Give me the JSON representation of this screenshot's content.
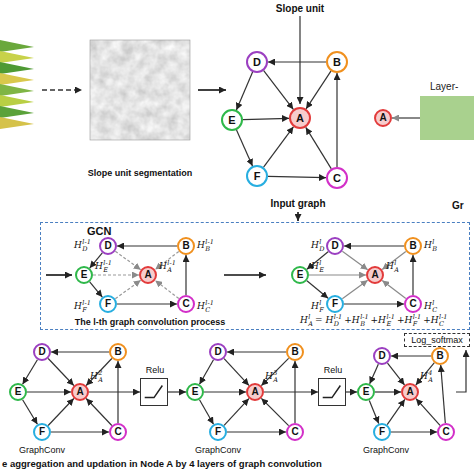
{
  "diagram": {
    "nodes": [
      {
        "text": [
          "D"
        ]
      },
      {
        "text": [
          "B"
        ]
      },
      {
        "text": [
          "E"
        ]
      },
      {
        "text": [
          "A"
        ]
      },
      {
        "text": [
          "F"
        ]
      },
      {
        "text": [
          "C"
        ]
      },
      {
        "text": [
          "A"
        ]
      },
      {
        "text": [
          "Layer-"
        ]
      },
      {
        "text": [
          "GCN"
        ]
      },
      {
        "text": [
          "D"
        ],
        "in": 8
      },
      {
        "text": [
          "B"
        ],
        "in": 8
      },
      {
        "text": [
          "E"
        ],
        "in": 8
      },
      {
        "text": [
          "A"
        ],
        "in": 8
      },
      {
        "text": [
          "F"
        ],
        "in": 8
      },
      {
        "text": [
          "C"
        ],
        "in": 8
      },
      {
        "text": [
          "D"
        ],
        "in": 8
      },
      {
        "text": [
          "B"
        ],
        "in": 8
      },
      {
        "text": [
          "E"
        ],
        "in": 8
      },
      {
        "text": [
          "A"
        ],
        "in": 8
      },
      {
        "text": [
          "F"
        ],
        "in": 8
      },
      {
        "text": [
          "C"
        ],
        "in": 8
      },
      {
        "text": [
          "D"
        ]
      },
      {
        "text": [
          "B"
        ]
      },
      {
        "text": [
          "E"
        ]
      },
      {
        "text": [
          "A"
        ]
      },
      {
        "text": [
          "F"
        ]
      },
      {
        "text": [
          "C"
        ]
      },
      {
        "text": [
          "Relu"
        ]
      },
      {
        "text": [
          "D"
        ]
      },
      {
        "text": [
          "B"
        ]
      },
      {
        "text": [
          "E"
        ]
      },
      {
        "text": [
          "A"
        ]
      },
      {
        "text": [
          "F"
        ]
      },
      {
        "text": [
          "C"
        ]
      },
      {
        "text": [
          "Relu"
        ]
      },
      {
        "text": [
          "D"
        ]
      },
      {
        "text": [
          "B"
        ]
      },
      {
        "text": [
          "E"
        ]
      },
      {
        "text": [
          "A"
        ]
      },
      {
        "text": [
          "F"
        ]
      },
      {
        "text": [
          "C"
        ]
      },
      {
        "text": [
          "Log_softmax"
        ]
      }
    ],
    "edges": [
      {
        "from": 1,
        "to": 0,
        "arrow": "to"
      },
      {
        "from": 0,
        "to": 2,
        "arrow": "to"
      },
      {
        "from": 2,
        "to": 4,
        "arrow": "to"
      },
      {
        "from": 4,
        "to": 5,
        "arrow": "to"
      },
      {
        "from": 5,
        "to": 1,
        "arrow": "to"
      },
      {
        "from": 0,
        "to": 3,
        "arrow": "to"
      },
      {
        "from": 1,
        "to": 3,
        "arrow": "to"
      },
      {
        "from": 2,
        "to": 3,
        "arrow": "to"
      },
      {
        "from": 4,
        "to": 3,
        "arrow": "to"
      },
      {
        "from": 5,
        "to": 3,
        "arrow": "to"
      },
      {
        "from": 7,
        "to": 6,
        "arrow": "to"
      },
      {
        "from": 10,
        "to": 9,
        "arrow": "to"
      },
      {
        "from": 9,
        "to": 11,
        "arrow": "to"
      },
      {
        "from": 11,
        "to": 13,
        "arrow": "to"
      },
      {
        "from": 13,
        "to": 14,
        "arrow": "to"
      },
      {
        "from": 14,
        "to": 10,
        "arrow": "to"
      },
      {
        "from": 9,
        "to": 12,
        "arrow": "to"
      },
      {
        "from": 10,
        "to": 12,
        "arrow": "to"
      },
      {
        "from": 11,
        "to": 12,
        "arrow": "to"
      },
      {
        "from": 13,
        "to": 12,
        "arrow": "to"
      },
      {
        "from": 14,
        "to": 12,
        "arrow": "to"
      },
      {
        "from": 16,
        "to": 15,
        "arrow": "to"
      },
      {
        "from": 15,
        "to": 17,
        "arrow": "to"
      },
      {
        "from": 17,
        "to": 19,
        "arrow": "to"
      },
      {
        "from": 19,
        "to": 20,
        "arrow": "to"
      },
      {
        "from": 20,
        "to": 16,
        "arrow": "to"
      },
      {
        "from": 15,
        "to": 18,
        "arrow": "to"
      },
      {
        "from": 16,
        "to": 18,
        "arrow": "to"
      },
      {
        "from": 17,
        "to": 18,
        "arrow": "to"
      },
      {
        "from": 19,
        "to": 18,
        "arrow": "to"
      },
      {
        "from": 20,
        "to": 18,
        "arrow": "to"
      },
      {
        "from": 22,
        "to": 21,
        "arrow": "to"
      },
      {
        "from": 21,
        "to": 23,
        "arrow": "to"
      },
      {
        "from": 23,
        "to": 25,
        "arrow": "to"
      },
      {
        "from": 25,
        "to": 26,
        "arrow": "to"
      },
      {
        "from": 26,
        "to": 22,
        "arrow": "to"
      },
      {
        "from": 21,
        "to": 24,
        "arrow": "to"
      },
      {
        "from": 22,
        "to": 24,
        "arrow": "to"
      },
      {
        "from": 23,
        "to": 24,
        "arrow": "to"
      },
      {
        "from": 25,
        "to": 24,
        "arrow": "to"
      },
      {
        "from": 26,
        "to": 24,
        "arrow": "to"
      },
      {
        "from": 24,
        "to": 27,
        "arrow": "to"
      },
      {
        "from": 27,
        "to": 30,
        "arrow": "to"
      },
      {
        "from": 29,
        "to": 28,
        "arrow": "to"
      },
      {
        "from": 28,
        "to": 30,
        "arrow": "to"
      },
      {
        "from": 30,
        "to": 32,
        "arrow": "to"
      },
      {
        "from": 32,
        "to": 33,
        "arrow": "to"
      },
      {
        "from": 33,
        "to": 29,
        "arrow": "to"
      },
      {
        "from": 28,
        "to": 31,
        "arrow": "to"
      },
      {
        "from": 29,
        "to": 31,
        "arrow": "to"
      },
      {
        "from": 30,
        "to": 31,
        "arrow": "to"
      },
      {
        "from": 32,
        "to": 31,
        "arrow": "to"
      },
      {
        "from": 33,
        "to": 31,
        "arrow": "to"
      },
      {
        "from": 31,
        "to": 34,
        "arrow": "to"
      },
      {
        "from": 34,
        "to": 37,
        "arrow": "to"
      },
      {
        "from": 36,
        "to": 35,
        "arrow": "to"
      },
      {
        "from": 35,
        "to": 37,
        "arrow": "to"
      },
      {
        "from": 37,
        "to": 39,
        "arrow": "to"
      },
      {
        "from": 39,
        "to": 40,
        "arrow": "to"
      },
      {
        "from": 40,
        "to": 36,
        "arrow": "to"
      },
      {
        "from": 35,
        "to": 38,
        "arrow": "to"
      },
      {
        "from": 36,
        "to": 38,
        "arrow": "to"
      },
      {
        "from": 37,
        "to": 38,
        "arrow": "to"
      },
      {
        "from": 39,
        "to": 38,
        "arrow": "to"
      },
      {
        "from": 40,
        "to": 38,
        "arrow": "to"
      }
    ],
    "labels": [
      "Slope unit",
      "Slope unit segmentation",
      "Input graph",
      "Gr",
      "The l-th graph convolution process",
      "H",
      "D",
      "l-1",
      "H",
      "B",
      "l-1",
      "H",
      "E",
      "l-1",
      "H",
      "A",
      "l-1",
      "H",
      "F",
      "l-1",
      "H",
      "C",
      "l-1",
      "H",
      "D",
      "l",
      "H",
      "B",
      "l",
      "H",
      "E",
      "l",
      "H",
      "A",
      "l",
      "H",
      "F",
      "l",
      "H",
      "C",
      "l",
      "H",
      "A",
      "l",
      "= H",
      "D",
      "l-1",
      "+H",
      "B",
      "l-1",
      "+H",
      "E",
      "l-1",
      "+H",
      "F",
      "l-1",
      "+H",
      "C",
      "l-1",
      "H",
      "A",
      "2",
      "H",
      "A",
      "3",
      "H",
      "A",
      "4",
      "GraphConv",
      "GraphConv",
      "GraphConv",
      "e aggregation and updation in Node A by 4 layers of graph convolution"
    ]
  }
}
